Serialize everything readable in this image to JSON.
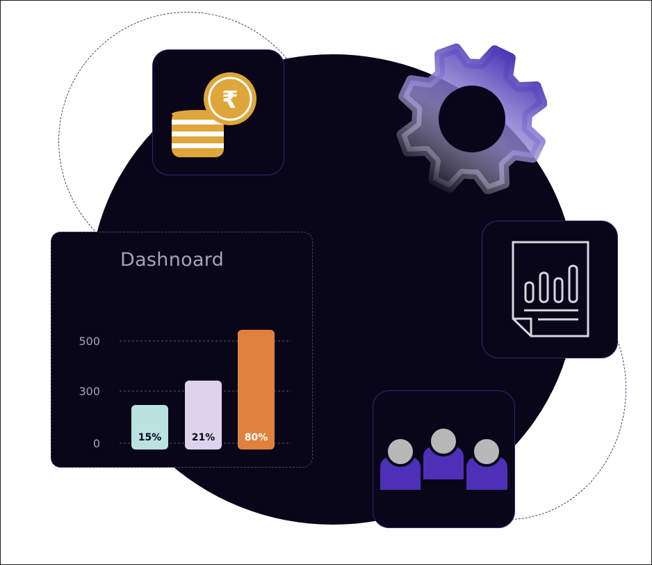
{
  "colors": {
    "background": "#ffffff",
    "dark": "#0a0619",
    "card_border": "#2e2a6e",
    "coin_gold": "#dea63b",
    "gear_purple": "#4a34b5",
    "person_purple": "#4e2fb8",
    "person_head": "#b8b8b8"
  },
  "icons": {
    "coins": "rupee-coins-icon",
    "gear": "gear-icon",
    "report": "report-chart-icon",
    "team": "team-icon",
    "currency_symbol": "₹"
  },
  "dashboard": {
    "title": "Dashnoard"
  },
  "chart_data": {
    "type": "bar",
    "y_ticks": [
      "500",
      "300",
      "0"
    ],
    "bar_labels": [
      "15%",
      "21%",
      "80%"
    ],
    "values": [
      15,
      21,
      80
    ],
    "bar_colors": [
      "#b9e2e0",
      "#ddd4eb",
      "#e0823d"
    ],
    "label_colors": [
      "#0a0619",
      "#0a0619",
      "#ffffff"
    ],
    "grid": true
  }
}
